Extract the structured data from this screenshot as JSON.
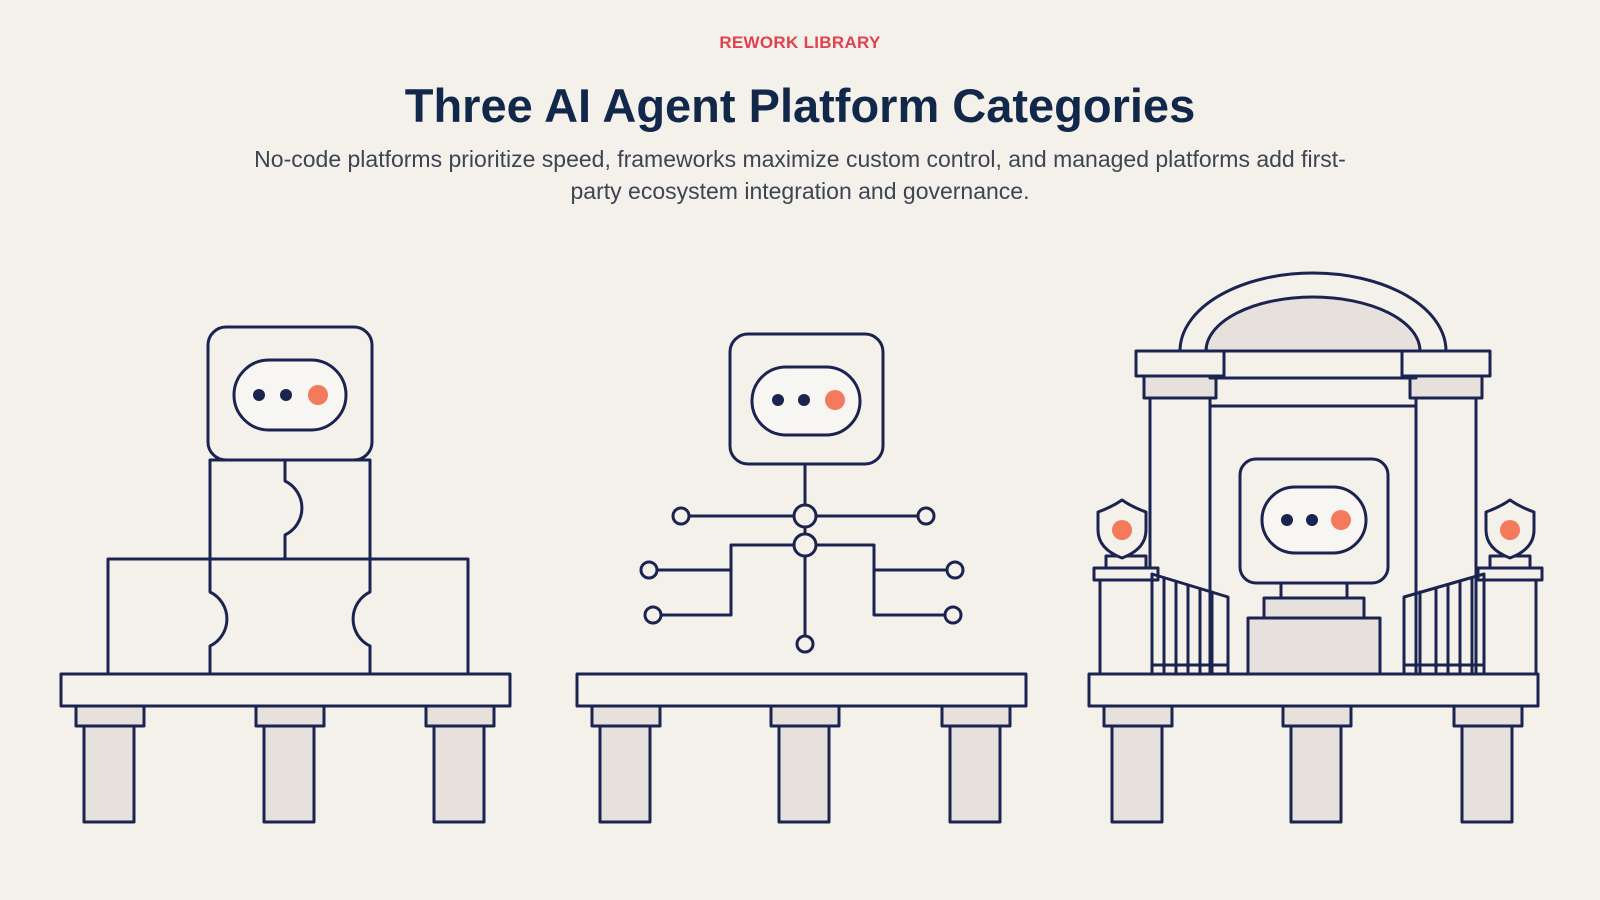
{
  "header": {
    "eyebrow": "REWORK LIBRARY",
    "title": "Three AI Agent Platform Categories",
    "subtitle": "No-code platforms prioritize speed, frameworks maximize custom control, and managed platforms add first-party ecosystem integration and governance."
  },
  "colors": {
    "background": "#f4f0ea",
    "eyebrow": "#e0424f",
    "title": "#12284a",
    "outline": "#1b2450",
    "accent": "#f47a5c",
    "fill_gray": "#e6e1dc"
  },
  "illustrations": [
    {
      "icon": "puzzle-blocks-robot-icon"
    },
    {
      "icon": "circuit-tree-robot-icon"
    },
    {
      "icon": "temple-gate-robot-icon"
    }
  ]
}
